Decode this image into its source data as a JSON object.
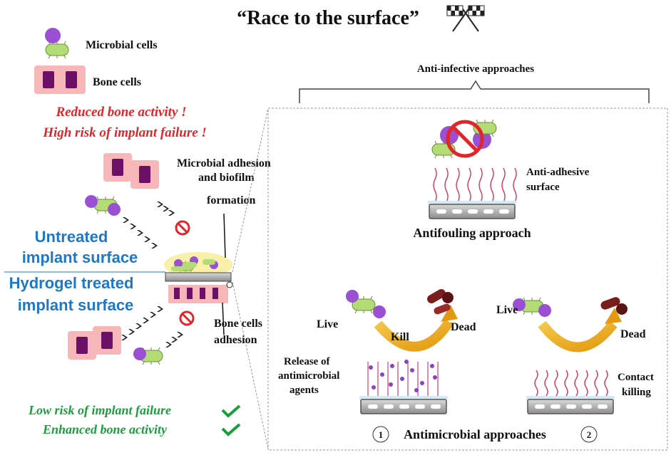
{
  "title": "“Race to the surface”",
  "legend": {
    "microbial": "Microbial cells",
    "bone": "Bone cells"
  },
  "warnings": {
    "line1": "Reduced bone activity !",
    "line2": "High risk of implant failure !"
  },
  "left": {
    "adhesion_l1": "Microbial adhesion",
    "adhesion_l2": "and biofilm",
    "adhesion_l3": "formation",
    "untreated_l1": "Untreated",
    "untreated_l2": "implant surface",
    "treated_l1": "Hydrogel treated",
    "treated_l2": "implant surface",
    "bone_adh_l1": "Bone cells",
    "bone_adh_l2": "adhesion"
  },
  "benefits": {
    "line1": "Low risk of implant failure",
    "line2": "Enhanced bone activity"
  },
  "right": {
    "heading": "Anti-infective approaches",
    "antiadhesive_l1": "Anti-adhesive",
    "antiadhesive_l2": "surface",
    "antifouling": "Antifouling approach",
    "live_a": "Live",
    "kill": "Kill",
    "dead_a": "Dead",
    "release_l1": "Release of",
    "release_l2": "antimicrobial",
    "release_l3": "agents",
    "live_b": "Live",
    "dead_b": "Dead",
    "contact_l1": "Contact",
    "contact_l2": "killing",
    "antimicrobial": "Antimicrobial approaches",
    "num1": "1",
    "num2": "2"
  },
  "colors": {
    "purple": "#9b4fd3",
    "green_cell": "#a9d36b",
    "bone_bg": "#f7b7b9",
    "bone_nucleus": "#6b1066",
    "dead_cell": "#7a1d1d",
    "arrow_gold": "#e3a21a",
    "wave": "#d1416b"
  }
}
